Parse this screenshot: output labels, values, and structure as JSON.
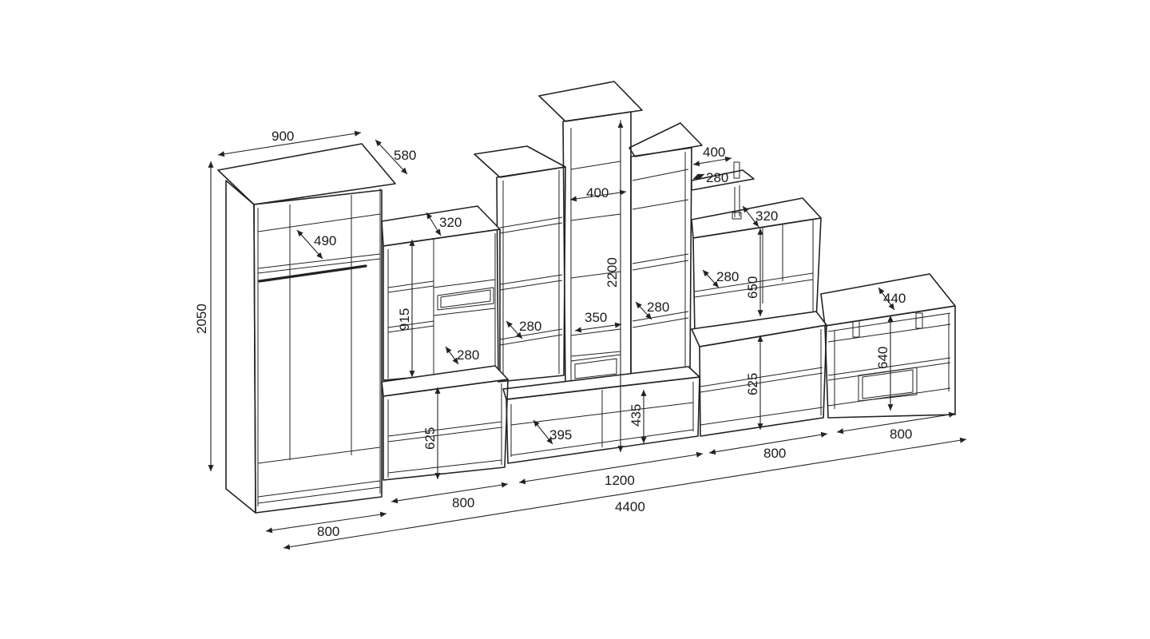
{
  "diagram": {
    "dimensions": {
      "wardrobe_width": "900",
      "wardrobe_depth": "580",
      "wardrobe_height": "2050",
      "wardrobe_inner_depth": "490",
      "wardrobe_base": "800",
      "left_shelf_depth": "320",
      "left_upper_height": "915",
      "left_shelf_280": "280",
      "left_lower_height": "625",
      "left_base": "800",
      "center_top_width": "400",
      "center_height": "2200",
      "center_inner_width": "350",
      "center_left_280": "280",
      "center_right_280": "280",
      "center_lower_width": "395",
      "center_lower_height": "435",
      "center_base": "1200",
      "right_top_400": "400",
      "right_top_280": "280",
      "right_shelf_depth": "320",
      "right_shelf_280": "280",
      "right_upper_height": "650",
      "right_lower_height": "625",
      "right_base": "800",
      "far_right_depth": "440",
      "far_right_height": "640",
      "far_right_base": "800",
      "total_length": "4400"
    }
  }
}
